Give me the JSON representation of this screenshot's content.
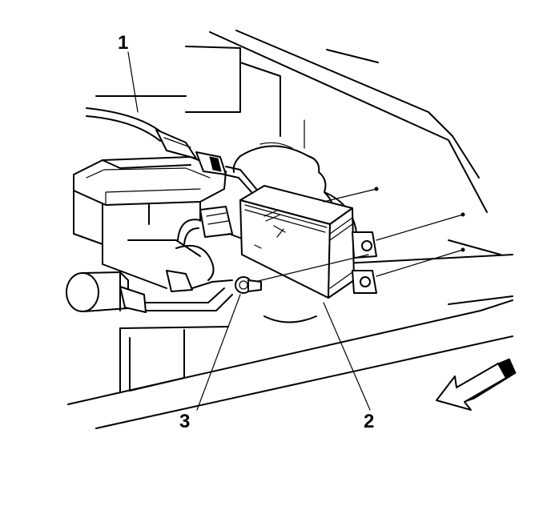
{
  "callouts": {
    "cable": "1",
    "module": "2",
    "fastener": "3"
  },
  "icons": {
    "direction_arrow": "front-arrow-icon"
  },
  "colors": {
    "line": "#000000",
    "background": "#ffffff"
  }
}
